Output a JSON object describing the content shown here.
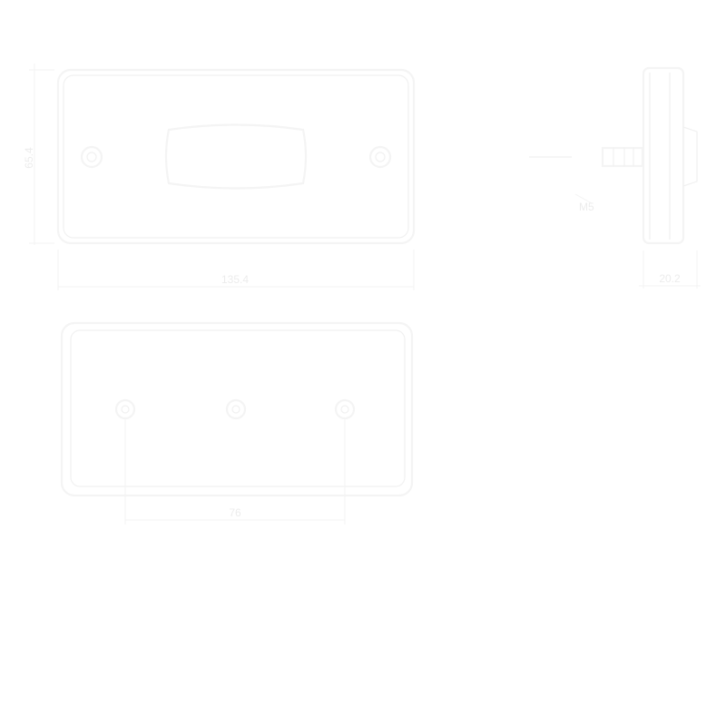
{
  "drawing": {
    "front_view": {
      "width_label": "135.4",
      "height_label": "65.4"
    },
    "side_view": {
      "thread_label": "M5",
      "depth_label": "20.2"
    },
    "bottom_view": {
      "spacing_label": "76"
    }
  },
  "colors": {
    "background": "#ffffff",
    "line": "#f1f1f1",
    "text": "#ececec"
  }
}
